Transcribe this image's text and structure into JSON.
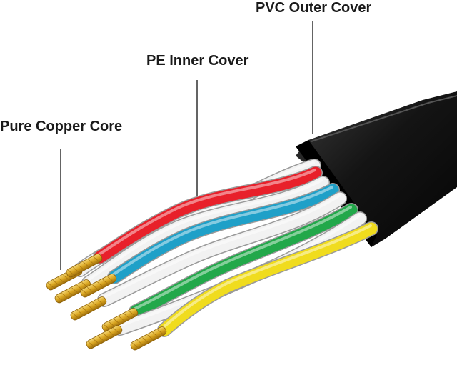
{
  "labels": {
    "pvc_outer_cover": "PVC Outer Cover",
    "pe_inner_cover": "PE Inner Cover",
    "pure_copper_core": "Pure Copper Core"
  },
  "colors": {
    "jacket": "#111111",
    "insulation_white": "#f2f2f2",
    "wire_red": "#e8202a",
    "wire_blue": "#1fa0c8",
    "wire_green": "#22a84a",
    "wire_yellow": "#f0dc1e",
    "copper": "#d9a520",
    "leader_line": "#222222"
  }
}
